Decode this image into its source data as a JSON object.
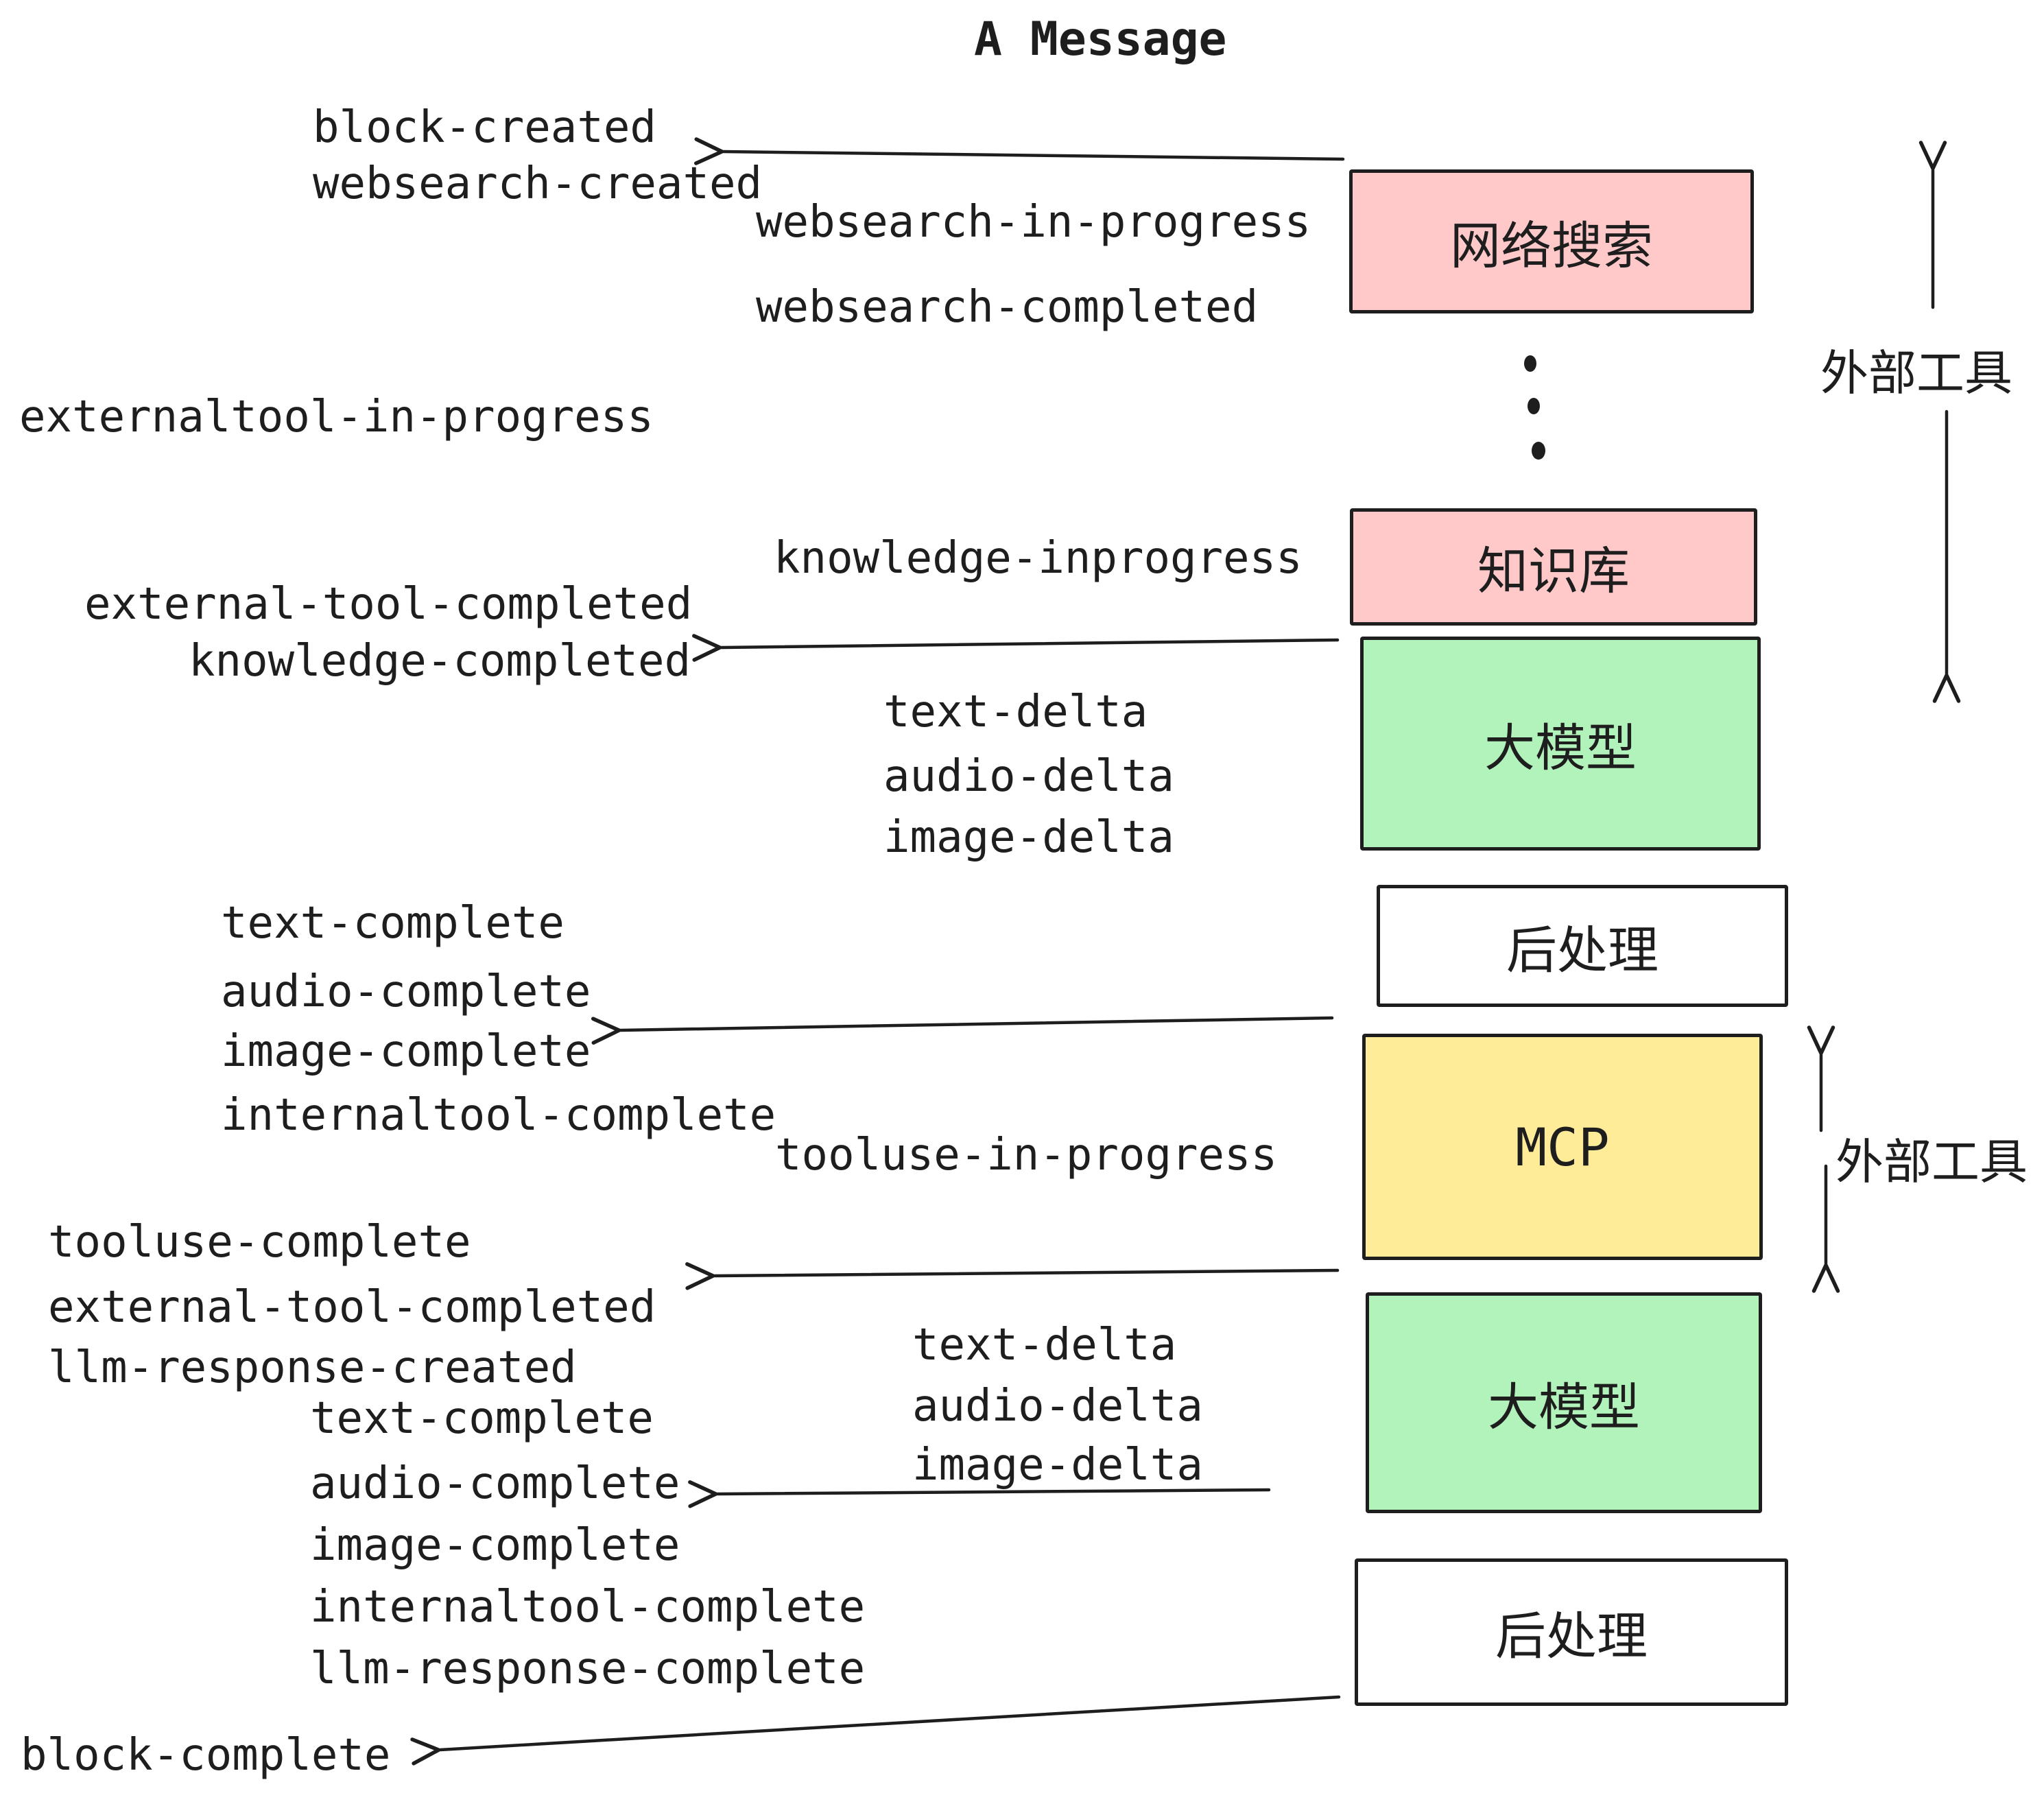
{
  "title": "A Message",
  "colors": {
    "stroke": "#1e1e1e",
    "external_tool_box": "#ffc9c9",
    "llm_box": "#b2f2bb",
    "mcp_box": "#ffec99",
    "postprocess_box": "#ffffff",
    "background": "#ffffff"
  },
  "boxes": [
    {
      "id": "websearch",
      "label": "网络搜索",
      "fill": "#ffc9c9"
    },
    {
      "id": "knowledge",
      "label": "知识库",
      "fill": "#ffc9c9"
    },
    {
      "id": "llm-1",
      "label": "大模型",
      "fill": "#b2f2bb"
    },
    {
      "id": "postprocess-1",
      "label": "后处理",
      "fill": "#ffffff"
    },
    {
      "id": "mcp",
      "label": "MCP",
      "fill": "#ffec99"
    },
    {
      "id": "llm-2",
      "label": "大模型",
      "fill": "#b2f2bb"
    },
    {
      "id": "postprocess-2",
      "label": "后处理",
      "fill": "#ffffff"
    }
  ],
  "events": {
    "block_created": "block-created",
    "websearch_created": "websearch-created",
    "websearch_in_progress": "websearch-in-progress",
    "websearch_completed": "websearch-completed",
    "externaltool_in_progress": "externaltool-in-progress",
    "knowledge_inprogress": "knowledge-inprogress",
    "external_tool_completed_1": "external-tool-completed",
    "knowledge_completed": "knowledge-completed",
    "text_delta_1": "text-delta",
    "audio_delta_1": "audio-delta",
    "image_delta_1": "image-delta",
    "text_complete_1": "text-complete",
    "audio_complete_1": "audio-complete",
    "image_complete_1": "image-complete",
    "internaltool_complete_1": "internaltool-complete",
    "tooluse_in_progress": "tooluse-in-progress",
    "tooluse_complete": "tooluse-complete",
    "external_tool_completed_2": "external-tool-completed",
    "llm_response_created": "llm-response-created",
    "text_complete_2": "text-complete",
    "audio_complete_2": "audio-complete",
    "text_delta_2": "text-delta",
    "audio_delta_2": "audio-delta",
    "image_delta_2": "image-delta",
    "image_complete_2": "image-complete",
    "internaltool_complete_2": "internaltool-complete",
    "llm_response_complete": "llm-response-complete",
    "block_complete": "block-complete"
  },
  "annotations": {
    "external_tools_top": "外部工具",
    "external_tools_mcp": "外部工具"
  }
}
